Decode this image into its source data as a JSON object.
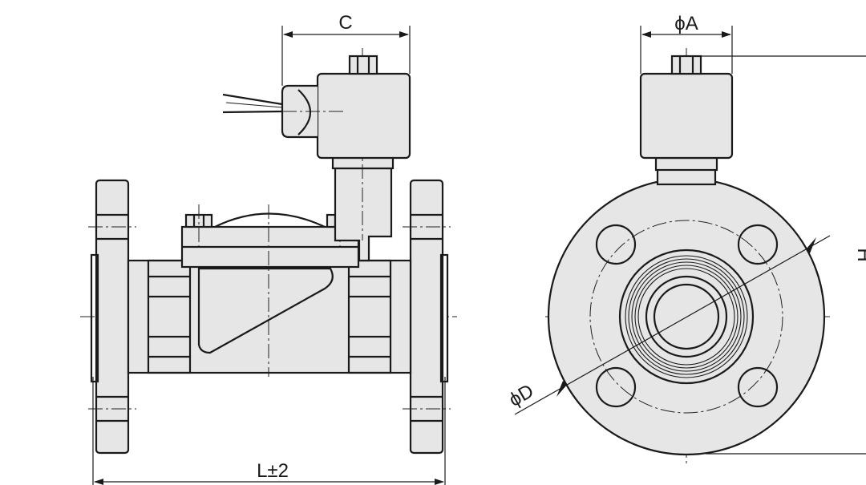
{
  "labels": {
    "length": "L±2",
    "coil_width": "C",
    "coil_diameter": "ϕA",
    "height": "H",
    "flange_diameter": "ϕD"
  },
  "colors": {
    "line": "#1a1a1a",
    "fill": "#e6e6e6",
    "background": "#ffffff"
  }
}
